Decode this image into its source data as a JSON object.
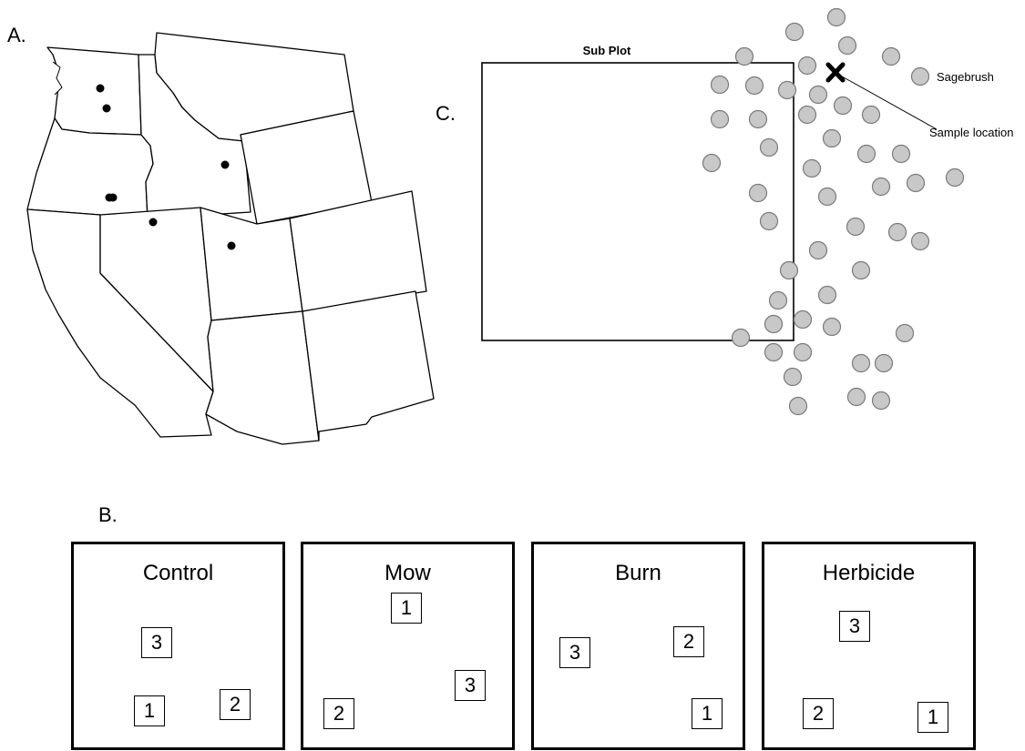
{
  "panels": {
    "a": "A.",
    "b": "B.",
    "c": "C."
  },
  "map": {
    "sites": [
      {
        "region": "Washington"
      },
      {
        "region": "Washington"
      },
      {
        "region": "Oregon"
      },
      {
        "region": "Oregon"
      },
      {
        "region": "Idaho"
      },
      {
        "region": "Nevada"
      },
      {
        "region": "Utah"
      }
    ]
  },
  "treatments": [
    {
      "name": "Control",
      "plots": [
        "3",
        "1",
        "2"
      ]
    },
    {
      "name": "Mow",
      "plots": [
        "1",
        "3",
        "2"
      ]
    },
    {
      "name": "Burn",
      "plots": [
        "3",
        "2",
        "1"
      ]
    },
    {
      "name": "Herbicide",
      "plots": [
        "3",
        "2",
        "1"
      ]
    }
  ],
  "subplot_diagram": {
    "subplot_label": "Sub Plot",
    "shrub_label": "Sagebrush",
    "sample_label": "Sample location",
    "shrub_color": "#c8c8c8",
    "sample_marker": "x-cross-icon"
  }
}
